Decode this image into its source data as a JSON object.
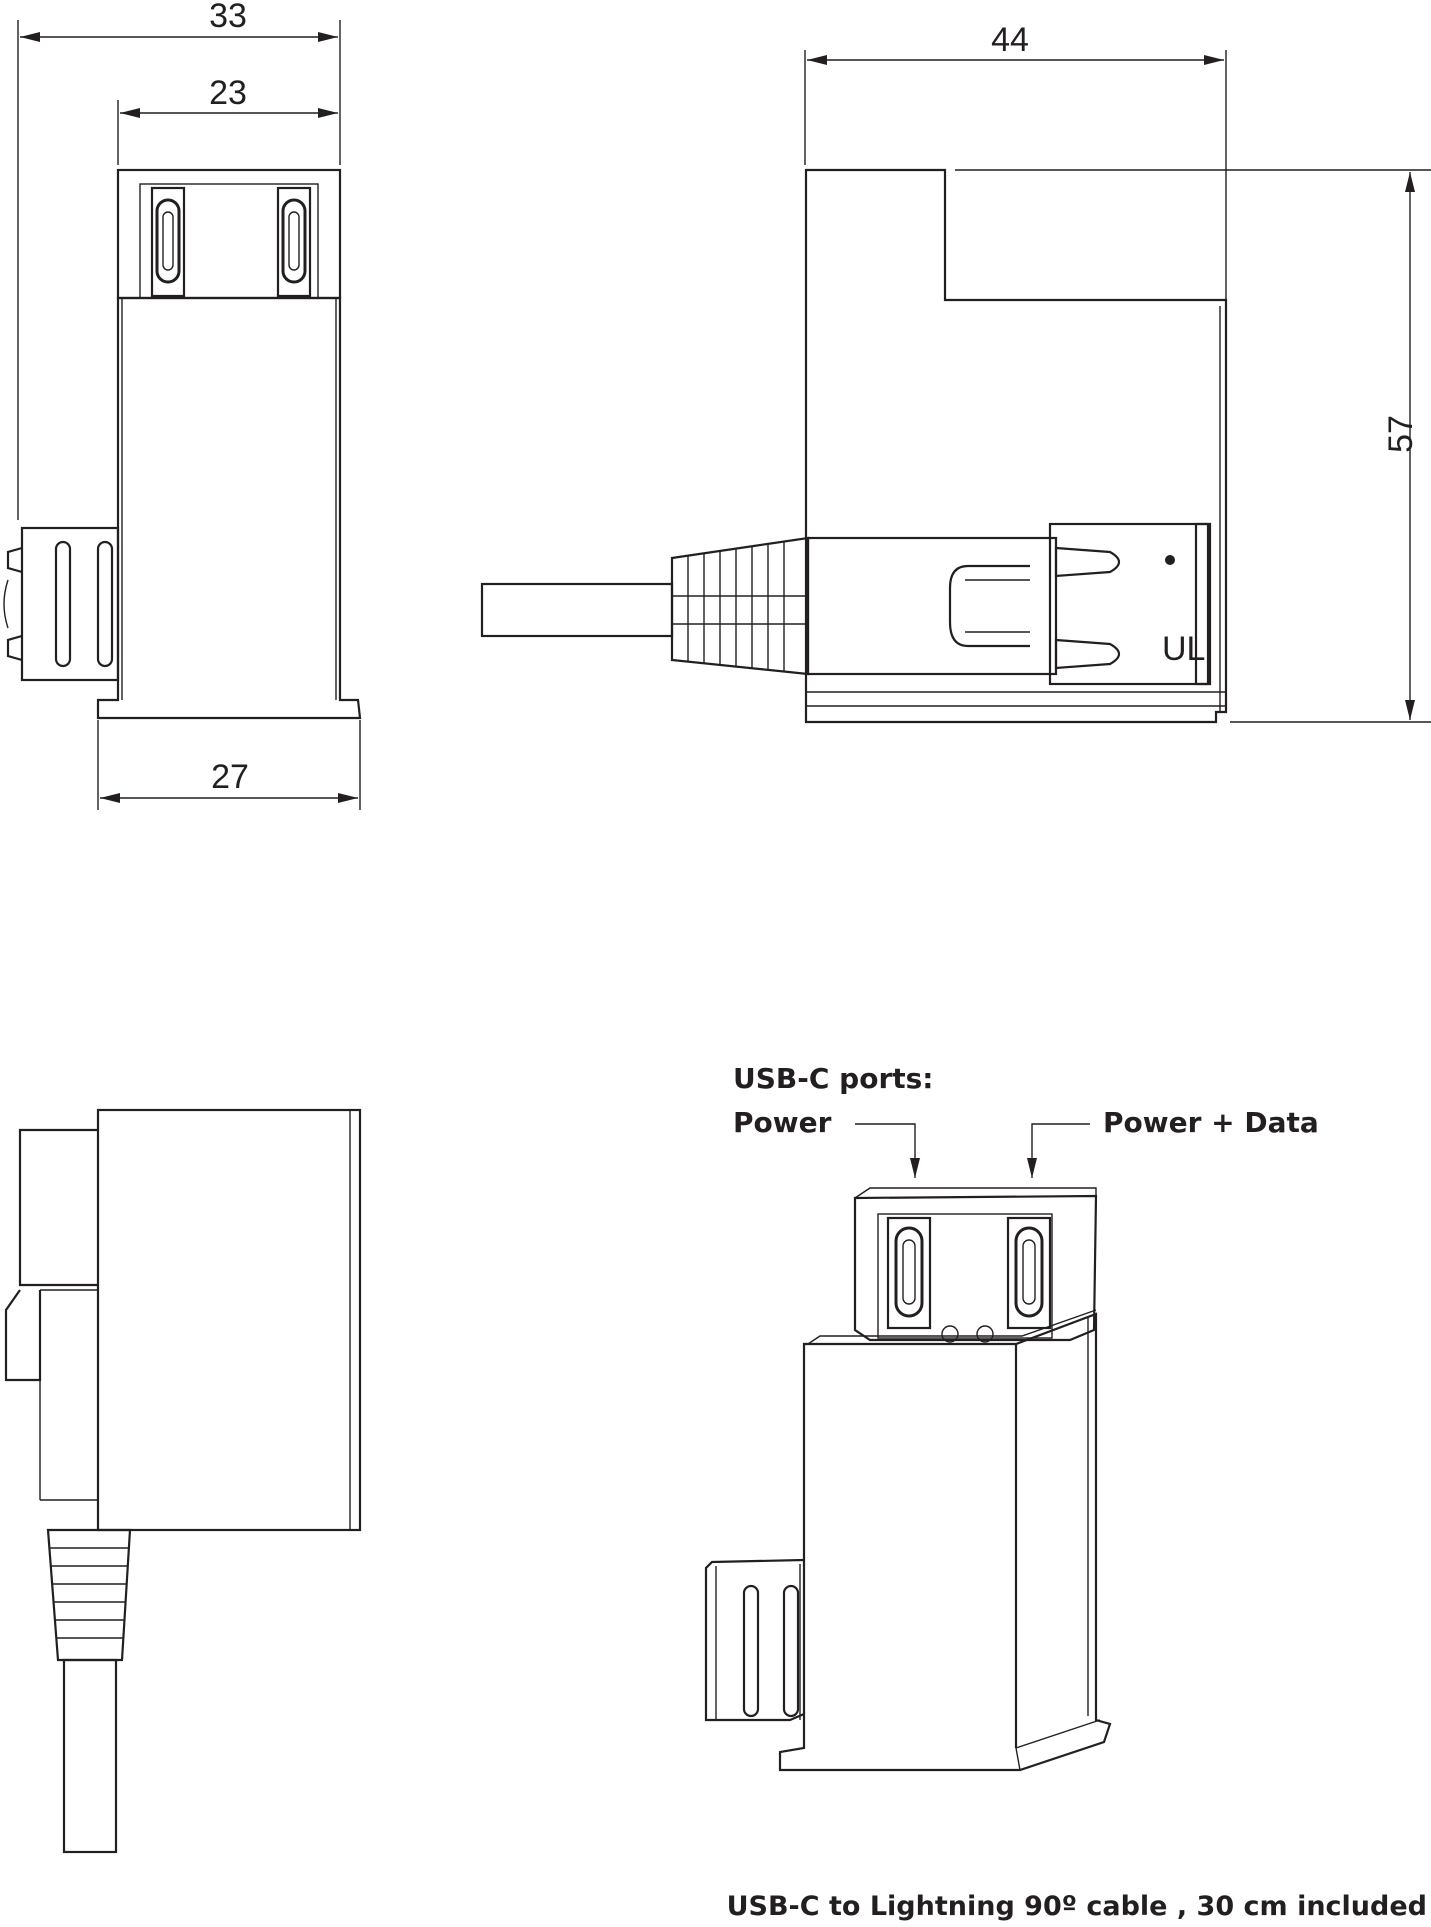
{
  "dimensions": {
    "width_total": "33",
    "width_top": "23",
    "width_base": "27",
    "depth": "44",
    "height": "57"
  },
  "labels": {
    "ports_heading": "USB-C ports:",
    "port_left": "Power",
    "port_right": "Power + Data",
    "cable_note": "USB-C to Lightning 90º cable , 30 cm  included"
  },
  "icons": [
    "dimension-arrow",
    "callout-arrow",
    "usb-c-port",
    "lightning-connector",
    "cable-strain-relief"
  ]
}
